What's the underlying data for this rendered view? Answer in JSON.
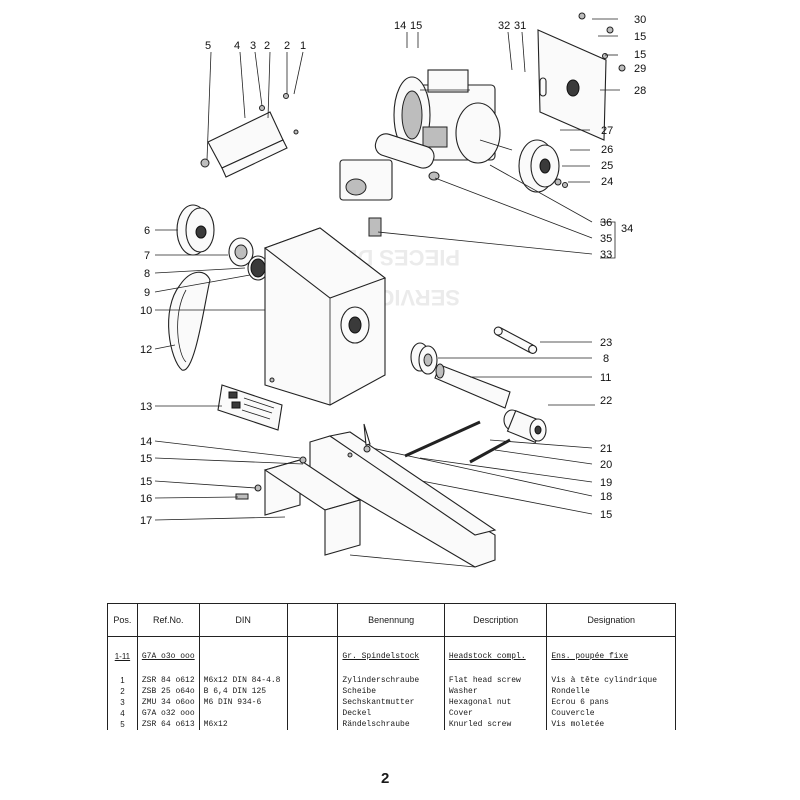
{
  "callouts": {
    "c1": "1",
    "c2a": "2",
    "c3": "3",
    "c2b": "2",
    "c4": "4",
    "c5": "5",
    "c14t": "14",
    "c15t": "15",
    "c32": "32",
    "c31": "31",
    "c30": "30",
    "c15r1": "15",
    "c15r2": "15",
    "c29": "29",
    "c28": "28",
    "c27": "27",
    "c26": "26",
    "c25": "25",
    "c24": "24",
    "c36": "36",
    "c35": "35",
    "c33": "33",
    "c34": "34",
    "c6": "6",
    "c7": "7",
    "c8l": "8",
    "c9": "9",
    "c10": "10",
    "c12": "12",
    "c13": "13",
    "c23": "23",
    "c8r": "8",
    "c11": "11",
    "c22": "22",
    "c14l": "14",
    "c15l1": "15",
    "c15l2": "15",
    "c16": "16",
    "c17": "17",
    "c21": "21",
    "c20": "20",
    "c19": "19",
    "c18": "18",
    "c15b": "15"
  },
  "table": {
    "headers": {
      "pos": "Pos.",
      "ref": "Ref.No.",
      "din": "DIN",
      "benennung": "Benennung",
      "description": "Description",
      "designation": "Designation"
    },
    "group": {
      "pos": "1-11",
      "ref": "G7A o3o ooo",
      "benennung": "Gr. Spindelstock",
      "description": "Headstock compl.",
      "designation": "Ens. poupée fixe"
    },
    "rows": [
      {
        "pos": "1",
        "ref": "ZSR 84 o612",
        "din": "M6x12 DIN 84-4.8",
        "benennung": "Zylinderschraube",
        "description": "Flat head screw",
        "designation": "Vis à tête cylindrique"
      },
      {
        "pos": "2",
        "ref": "ZSB 25 o64o",
        "din": "B 6,4 DIN 125",
        "benennung": "Scheibe",
        "description": "Washer",
        "designation": "Rondelle"
      },
      {
        "pos": "3",
        "ref": "ZMU 34 o6oo",
        "din": "M6 DIN 934-6",
        "benennung": "Sechskantmutter",
        "description": "Hexagonal nut",
        "designation": "Ecrou 6 pans"
      },
      {
        "pos": "4",
        "ref": "G7A o32 ooo",
        "din": "",
        "benennung": "Deckel",
        "description": "Cover",
        "designation": "Couvercle"
      },
      {
        "pos": "5",
        "ref": "ZSR 64 o613",
        "din": "M6x12",
        "benennung": "Rändelschraube",
        "description": "Knurled screw",
        "designation": "Vis moletée"
      }
    ]
  },
  "page_number": "2"
}
